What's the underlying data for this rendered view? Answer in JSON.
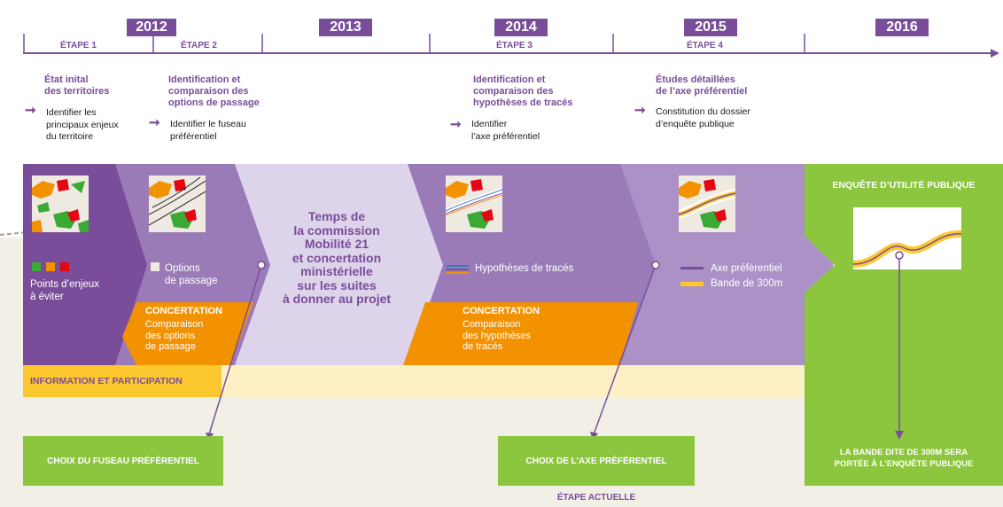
{
  "colors": {
    "purple_dark": "#7a4d9a",
    "purple_mid": "#9a7bb8",
    "purple_light": "#ddd3ea",
    "orange": "#f39200",
    "yellow": "#fdc82f",
    "yellow_light": "#fef0c5",
    "green": "#8cc63f",
    "beige": "#f2efe7",
    "red": "#e30613"
  },
  "timeline": {
    "years": [
      "2012",
      "2013",
      "2014",
      "2015",
      "2016"
    ],
    "etapes": [
      "ÉTAPE 1",
      "ÉTAPE 2",
      "ÉTAPE 3",
      "ÉTAPE 4"
    ]
  },
  "steps": [
    {
      "title_lines": [
        "État inital",
        "des territoires"
      ],
      "desc_lines": [
        "Identifier les",
        "principaux enjeux",
        "du territoire"
      ]
    },
    {
      "title_lines": [
        "Identification et",
        "comparaison des",
        "options de passage"
      ],
      "desc_lines": [
        "Identifier le fuseau",
        "préférentiel"
      ]
    },
    {
      "title_lines": [
        "Identification et",
        "comparaison des",
        "hypothèses de tracés"
      ],
      "desc_lines": [
        "Identifier",
        "l’axe préférentiel"
      ]
    },
    {
      "title_lines": [
        "Études détaillées",
        "de l’axe préférentiel"
      ],
      "desc_lines": [
        "Constitution du dossier",
        "d’enquête publique"
      ]
    }
  ],
  "band": {
    "legend_points": [
      "Points d’enjeux",
      "à éviter"
    ],
    "legend_options": [
      "Options",
      "de passage"
    ],
    "commission_lines": [
      "Temps de",
      "la commission",
      "Mobilité 21",
      "et concertation",
      "ministérielle",
      "sur les suites",
      "à donner au projet"
    ],
    "legend_hypotheses": "Hypothèses de tracés",
    "legend_axe": "Axe préférentiel",
    "legend_bande": "Bande de 300m",
    "enquete_title": "ENQUÊTE D’UTILITÉ PUBLIQUE",
    "concertation1": {
      "title": "CONCERTATION",
      "lines": [
        "Comparaison",
        "des options",
        "de passage"
      ]
    },
    "concertation2": {
      "title": "CONCERTATION",
      "lines": [
        "Comparaison",
        "des hypothèses",
        "de tracés"
      ]
    },
    "information": "INFORMATION ET PARTICIPATION"
  },
  "outcomes": {
    "fuseau": "CHOIX DU FUSEAU PRÉFÉRENTIEL",
    "axe": "CHOIX DE L’AXE PRÉFÉRENTIEL",
    "current_step": "ÉTAPE ACTUELLE",
    "bande_lines": [
      "LA BANDE DITE DE 300M SERA",
      "PORTÉE À L’ENQUÊTE PUBLIQUE"
    ]
  }
}
